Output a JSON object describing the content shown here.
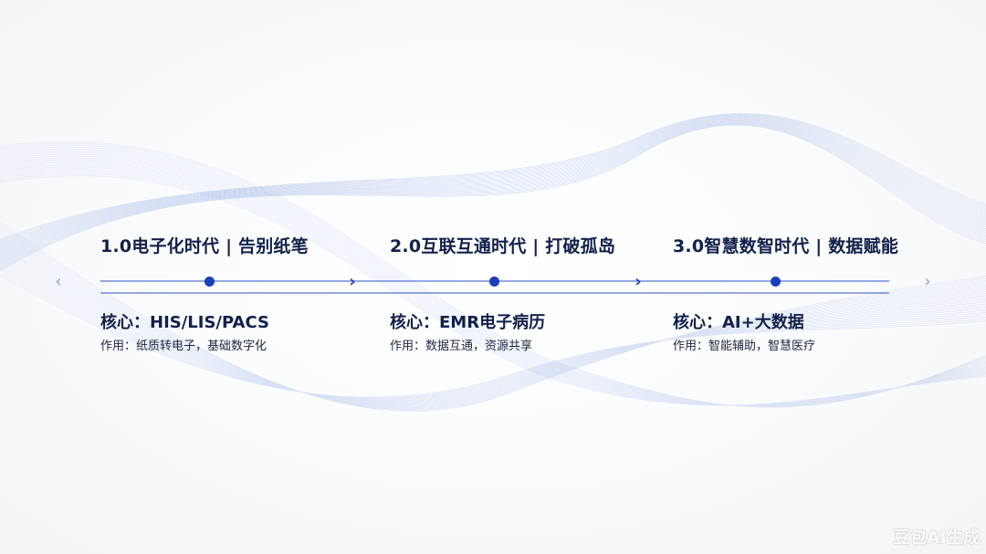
{
  "timeline": {
    "stages": [
      {
        "title": "1.0电子化时代 | 告别纸笔",
        "core": "核心：HIS/LIS/PACS",
        "desc": "作用：纸质转电子，基础数字化"
      },
      {
        "title": "2.0互联互通时代 | 打破孤岛",
        "core": "核心：EMR电子病历",
        "desc": "作用：数据互通，资源共享"
      },
      {
        "title": "3.0智慧数智时代 | 数据赋能",
        "core": "核心：AI+大数据",
        "desc": "作用：智能辅助，智慧医疗"
      }
    ],
    "nav": {
      "prev_icon": "‹",
      "next_icon": "›",
      "step_icon": "›"
    }
  },
  "watermark": "豆包AI生成",
  "colors": {
    "accent": "#1b3fb8",
    "line": "#2d52c8",
    "text": "#12204a",
    "wave": "#5a7fd6"
  }
}
